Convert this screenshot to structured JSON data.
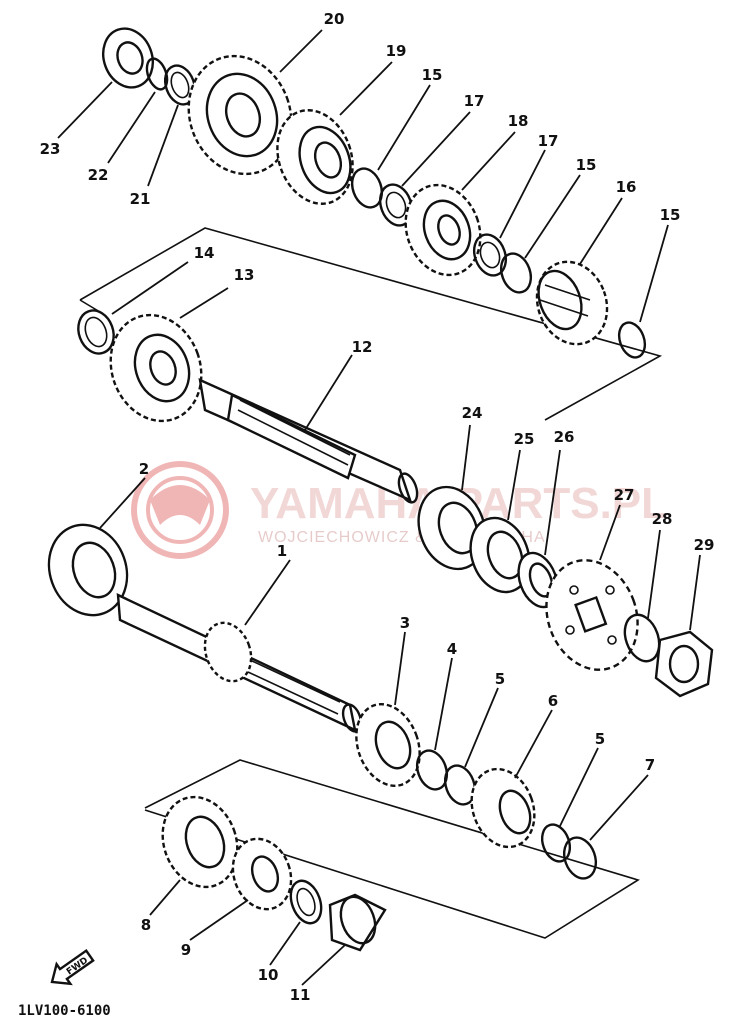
{
  "diagram_code": "1LV100-6100",
  "fwd_label": "FWD",
  "watermark": {
    "main": "YAMAHA-PARTS.PL",
    "sub": "WOJCIECHOWICZ & SYN YAMAHA",
    "color": "#e06060"
  },
  "callouts": [
    "1",
    "2",
    "3",
    "4",
    "5",
    "5",
    "6",
    "7",
    "8",
    "9",
    "10",
    "11",
    "12",
    "13",
    "14",
    "15",
    "15",
    "15",
    "16",
    "17",
    "17",
    "18",
    "19",
    "20",
    "21",
    "22",
    "23",
    "24",
    "25",
    "26",
    "27",
    "28",
    "29"
  ]
}
